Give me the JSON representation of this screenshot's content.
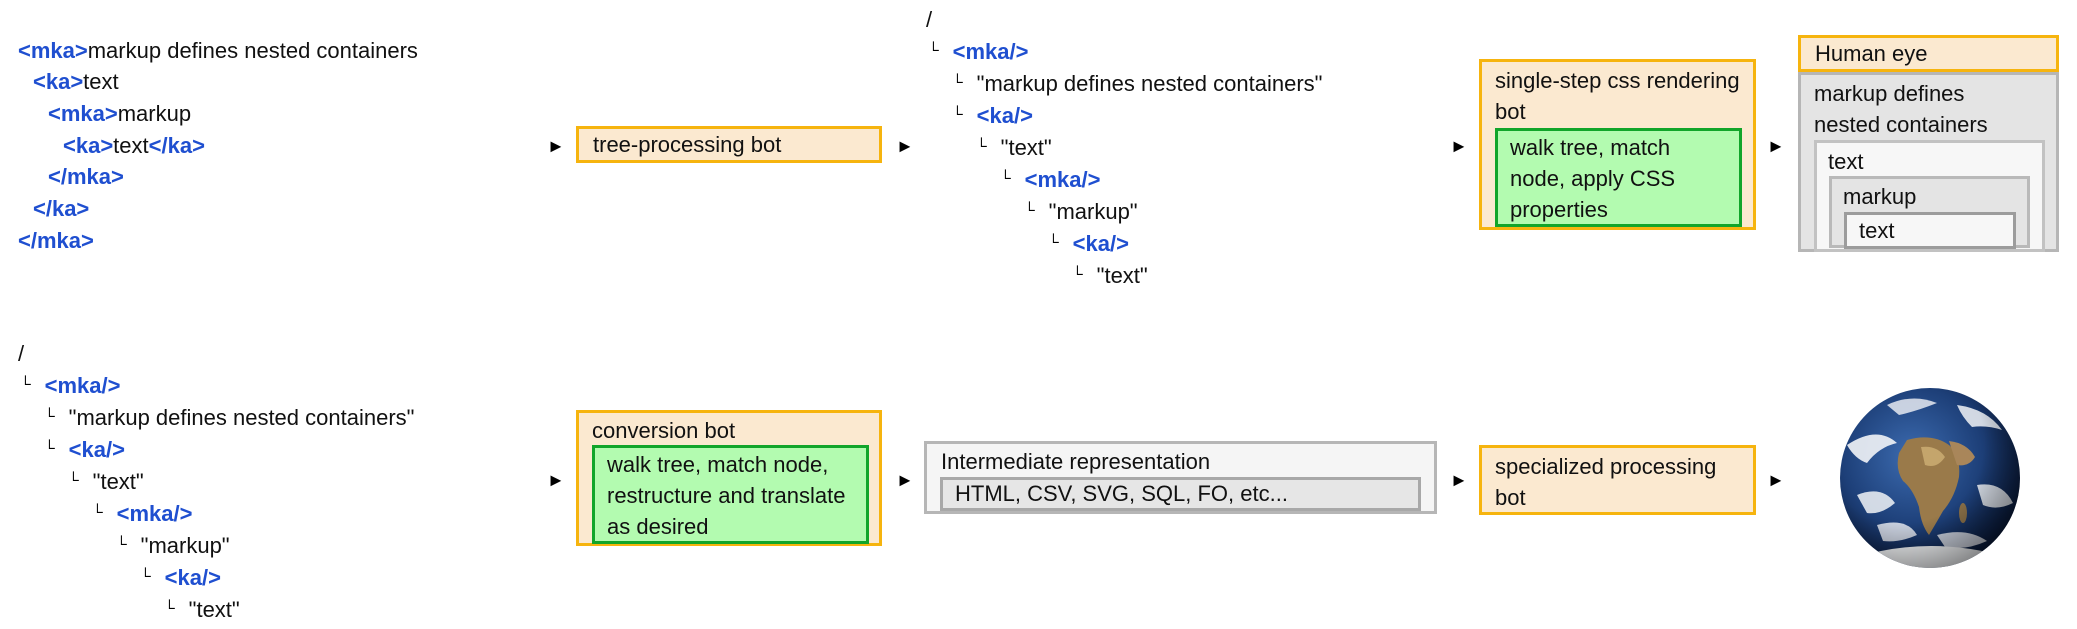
{
  "markup": {
    "lines": [
      {
        "open": "<mka>",
        "text": "markup defines nested containers",
        "close": ""
      },
      {
        "open": "<ka>",
        "text": "text",
        "close": ""
      },
      {
        "open": "<mka>",
        "text": "markup",
        "close": ""
      },
      {
        "open": "<ka>",
        "text": "text",
        "close": "</ka>"
      },
      {
        "open": "</mka>",
        "text": "",
        "close": ""
      },
      {
        "open": "</ka>",
        "text": "",
        "close": ""
      },
      {
        "open": "</mka>",
        "text": "",
        "close": ""
      }
    ]
  },
  "tree": {
    "root": "/",
    "corner": "└",
    "nodes": [
      {
        "kind": "tag",
        "label": "<mka/>"
      },
      {
        "kind": "text",
        "label": "\"markup defines nested containers\""
      },
      {
        "kind": "tag",
        "label": "<ka/>"
      },
      {
        "kind": "text",
        "label": "\"text\""
      },
      {
        "kind": "tag",
        "label": "<mka/>"
      },
      {
        "kind": "text",
        "label": "\"markup\""
      },
      {
        "kind": "tag",
        "label": "<ka/>"
      },
      {
        "kind": "text",
        "label": "\"text\""
      }
    ]
  },
  "arrow_glyph": "►",
  "top_pipeline": {
    "tree_bot": "tree-processing bot",
    "css_bot": {
      "title": "single-step css rendering bot",
      "inner": "walk tree, match node, apply CSS properties"
    },
    "human_eye": "Human eye",
    "rendered": {
      "outer": "markup defines nested containers",
      "level1": "text",
      "level2": "markup",
      "level3": "text"
    }
  },
  "bottom_pipeline": {
    "conversion_bot": {
      "title": "conversion bot",
      "inner": "walk tree, match node, restructure and translate as desired"
    },
    "intermediate": {
      "title": "Intermediate representation",
      "inner": "HTML, CSV, SVG, SQL, FO, etc..."
    },
    "specialized_bot": "specialized processing bot"
  },
  "colors": {
    "tag_blue": "#1f4fd0",
    "bot_fill": "#fbe9d0",
    "bot_border": "#f6b40e",
    "green_fill": "#b3fbb0",
    "green_border": "#11a52a",
    "gray_border": "#b6b6b6"
  }
}
